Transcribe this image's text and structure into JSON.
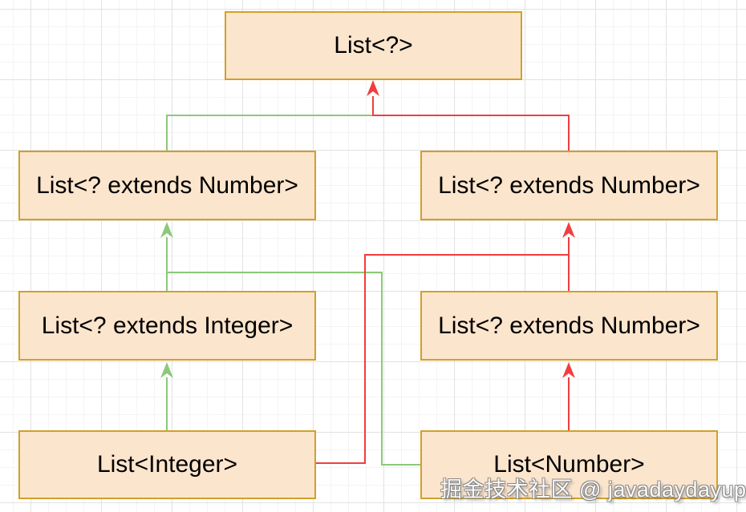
{
  "diagram": {
    "nodes": [
      {
        "id": "top",
        "label": "List<?>"
      },
      {
        "id": "mid-left",
        "label": "List<? extends Number>"
      },
      {
        "id": "mid-right",
        "label": "List<? extends Number>"
      },
      {
        "id": "low-left",
        "label": "List<? extends Integer>"
      },
      {
        "id": "low-right",
        "label": "List<? extends Number>"
      },
      {
        "id": "bottom-left",
        "label": "List<Integer>"
      },
      {
        "id": "bottom-right",
        "label": "List<Number>"
      }
    ],
    "edges": [
      {
        "from": "mid-left",
        "to": "top",
        "color": "green"
      },
      {
        "from": "mid-right",
        "to": "top",
        "color": "red"
      },
      {
        "from": "low-left",
        "to": "mid-left",
        "color": "green"
      },
      {
        "from": "bottom-right",
        "to": "mid-left",
        "color": "green"
      },
      {
        "from": "low-right",
        "to": "mid-right",
        "color": "red"
      },
      {
        "from": "bottom-left",
        "to": "mid-right",
        "color": "red"
      },
      {
        "from": "bottom-left",
        "to": "low-left",
        "color": "green"
      },
      {
        "from": "bottom-right",
        "to": "low-right",
        "color": "red"
      }
    ],
    "watermark": "掘金技术社区 @ javadaydayup"
  },
  "colors": {
    "node_fill": "#fce5cd",
    "node_border": "#d0a02a",
    "edge_green": "#8cc87a",
    "edge_red": "#f23e3e",
    "grid_minor": "#f4f4f4",
    "grid_major": "#e2e2e2"
  }
}
